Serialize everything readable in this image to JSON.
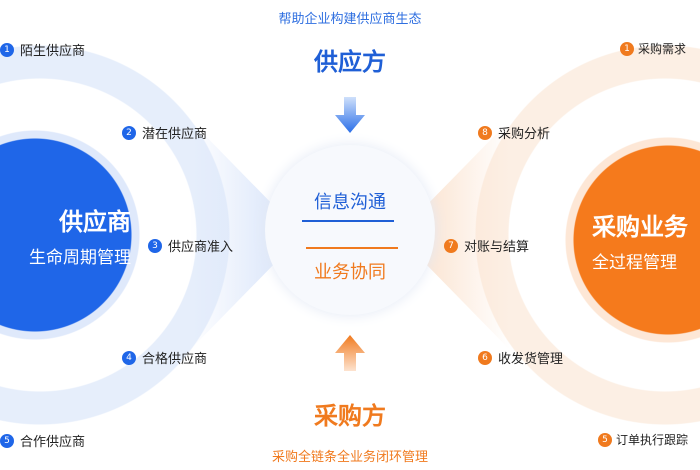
{
  "header": {
    "subtitle": "帮助企业构建供应商生态",
    "supplier_side": "供应方"
  },
  "footer": {
    "buyer_side": "采购方",
    "subtitle": "采购全链条全业务闭环管理"
  },
  "center": {
    "top": "信息沟通",
    "bottom": "业务协同"
  },
  "left_circle": {
    "title": "供应商",
    "subtitle": "生命周期管理"
  },
  "right_circle": {
    "title": "采购业务",
    "subtitle": "全过程管理"
  },
  "left_items": [
    {
      "num": "1",
      "label": "陌生供应商"
    },
    {
      "num": "2",
      "label": "潜在供应商"
    },
    {
      "num": "3",
      "label": "供应商准入"
    },
    {
      "num": "4",
      "label": "合格供应商"
    },
    {
      "num": "5",
      "label": "合作供应商"
    }
  ],
  "right_items": [
    {
      "num": "1",
      "label": "采购需求"
    },
    {
      "num": "8",
      "label": "采购分析"
    },
    {
      "num": "7",
      "label": "对账与结算"
    },
    {
      "num": "6",
      "label": "收发货管理"
    },
    {
      "num": "5",
      "label": "订单执行跟踪"
    }
  ],
  "colors": {
    "blue": "#1f66e8",
    "orange": "#f07a1e"
  }
}
